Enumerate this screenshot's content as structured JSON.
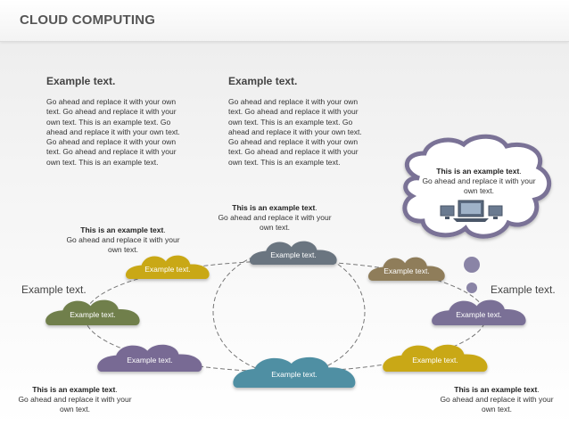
{
  "header": {
    "title": "CLOUD COMPUTING"
  },
  "columns": [
    {
      "title": "Example text.",
      "body": "Go ahead and replace it with your own text. Go ahead and replace it with your own text. This is an example text. Go ahead and replace it with your own text. Go ahead and replace it with your own text. Go ahead and replace it with your own text. This is an example text."
    },
    {
      "title": "Example text.",
      "body": "Go ahead and replace it with your own text. Go ahead and replace it with your own text. This is an example text. Go ahead and replace it with your own text. Go ahead and replace it with your own text. Go ahead and replace it with your own text. This is an example text."
    }
  ],
  "notes": {
    "top_center": {
      "bold": "This is an example text",
      "rest": "Go ahead and replace it with your own text."
    },
    "top_left": {
      "bold": "This is an example text",
      "rest": "Go ahead and replace it with your own text."
    },
    "bottom_left": {
      "bold": "This is an example text",
      "rest": "Go ahead and replace it with your own text."
    },
    "bottom_right": {
      "bold": "This is an example text",
      "rest": "Go ahead and replace it with your own text."
    },
    "thought_bubble": {
      "bold": "This is an example text",
      "rest": "Go ahead and replace it with your own text."
    }
  },
  "side_labels": {
    "left": "Example text.",
    "right": "Example text."
  },
  "clouds": [
    {
      "id": "top",
      "label": "Example text.",
      "color": "#6b7580"
    },
    {
      "id": "upper-left",
      "label": "Example text.",
      "color": "#c9a818"
    },
    {
      "id": "upper-right",
      "label": "Example text.",
      "color": "#8f7d5a"
    },
    {
      "id": "left",
      "label": "Example text.",
      "color": "#6f7f4c"
    },
    {
      "id": "right",
      "label": "Example text.",
      "color": "#7a6f96"
    },
    {
      "id": "lower-left",
      "label": "Example text.",
      "color": "#786b94"
    },
    {
      "id": "lower-right",
      "label": "Example text.",
      "color": "#c9a818"
    },
    {
      "id": "bottom",
      "label": "Example text.",
      "color": "#4f8fa3"
    }
  ],
  "colors": {
    "bubble_border": "#7a7296",
    "dash": "#777777"
  }
}
